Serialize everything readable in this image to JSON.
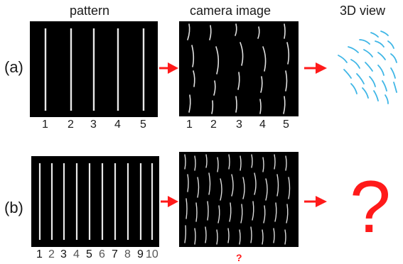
{
  "headers": {
    "pattern": "pattern",
    "camera": "camera image",
    "view3d": "3D view"
  },
  "rows": {
    "a": "(a)",
    "b": "(b)"
  },
  "pattern_a_numbers": [
    "1",
    "2",
    "3",
    "4",
    "5"
  ],
  "camera_a_numbers": [
    "1",
    "2",
    "3",
    "4",
    "5"
  ],
  "pattern_b_numbers": [
    "1",
    "2",
    "3",
    "4",
    "5",
    "6",
    "7",
    "8",
    "9",
    "10"
  ],
  "pattern_b_shades": [
    "#111111",
    "#555555",
    "#111111",
    "#555555",
    "#111111",
    "#555555",
    "#111111",
    "#555555",
    "#111111",
    "#555555"
  ],
  "big_question": "?",
  "small_question": "?",
  "colors": {
    "arrow": "#ff1a1a",
    "stripe": "#e8e8e8",
    "view3d": "#3fb6e6",
    "question": "#ff1a1a"
  }
}
